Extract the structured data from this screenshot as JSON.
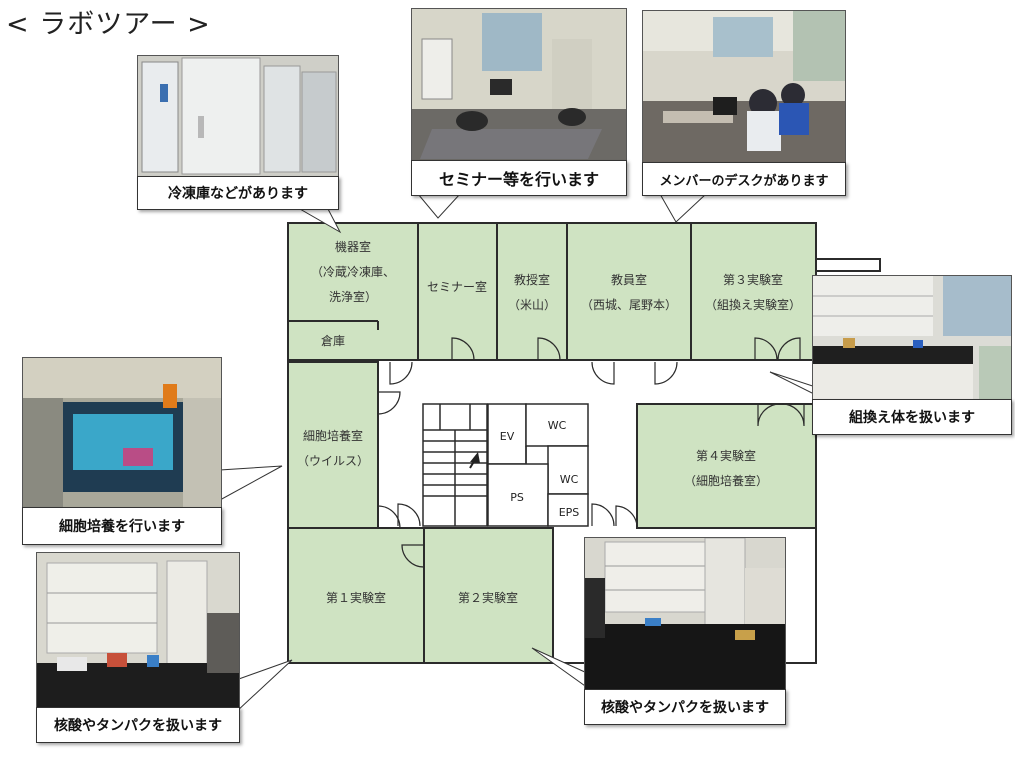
{
  "title": "< ラボツアー >",
  "colors": {
    "room_fill": "#cfe3c2",
    "wall": "#2b2b2b",
    "floor_bg": "#ffffff"
  },
  "rooms": {
    "kikishitsu": [
      "機器室",
      "（冷蔵冷凍庫、",
      "洗浄室）"
    ],
    "souko": "倉庫",
    "seminar": "セミナー室",
    "kyoju": [
      "教授室",
      "（米山）"
    ],
    "kyoin": [
      "教員室",
      "（西城、尾野本）"
    ],
    "lab3": [
      "第３実験室",
      "（組換え実験室）"
    ],
    "saibou": [
      "細胞培養室",
      "（ウイルス）"
    ],
    "lab4": [
      "第４実験室",
      "（細胞培養室）"
    ],
    "lab1": "第１実験室",
    "lab2": "第２実験室",
    "ev": "EV",
    "wc1": "WC",
    "wc2": "WC",
    "ps": "PS",
    "eps": "EPS"
  },
  "captions": {
    "freezer": "冷凍庫などがあります",
    "seminar": "セミナー等を行います",
    "desk": "メンバーのデスクがあります",
    "recombinant": "組換え体を扱います",
    "cell_culture": "細胞培養を行います",
    "nucleic_left": "核酸やタンパクを扱います",
    "nucleic_right": "核酸やタンパクを扱います"
  }
}
